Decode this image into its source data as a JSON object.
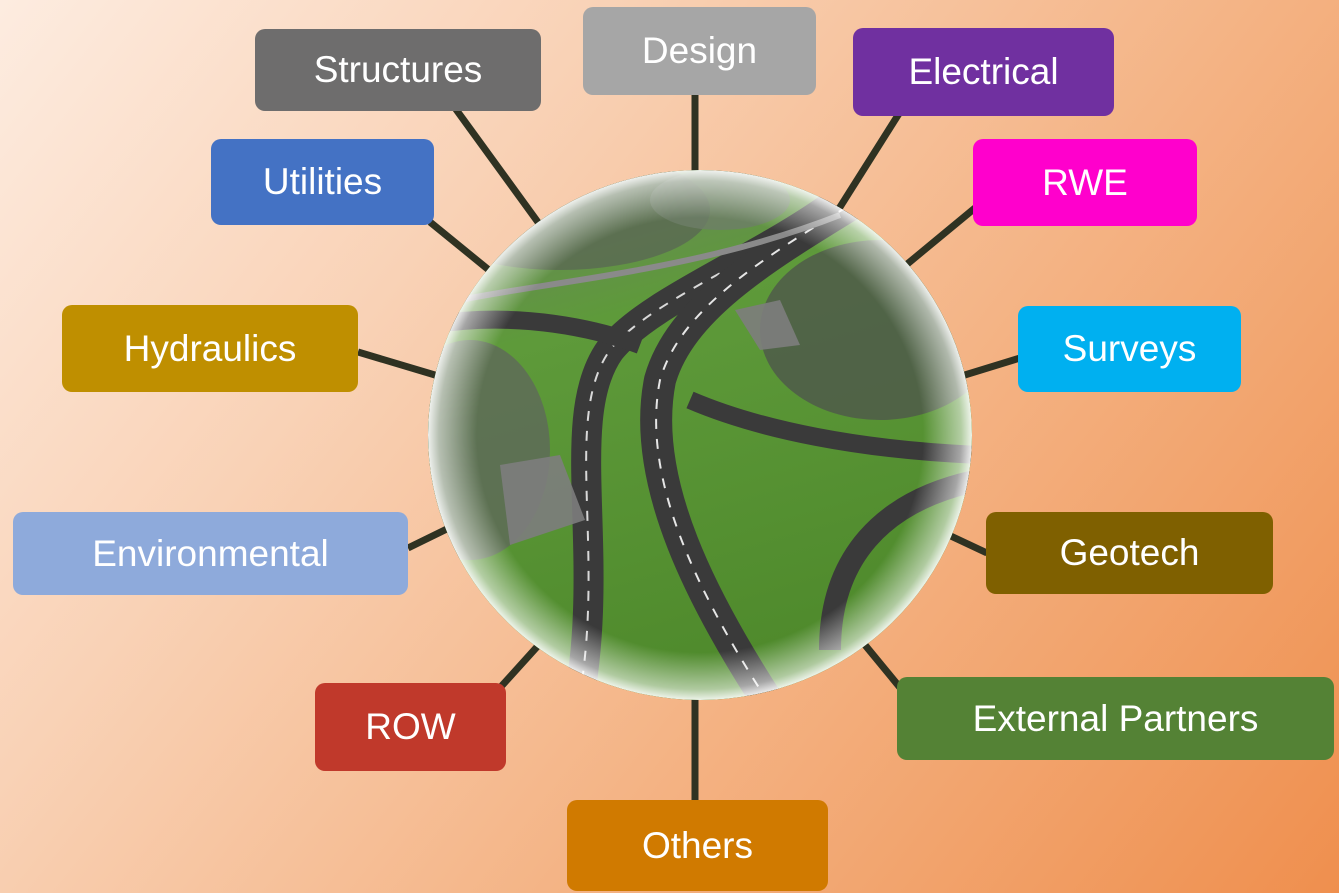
{
  "colors": {
    "connector": "#2f3222",
    "grass": "#5f9a35",
    "road": "#3a3a3a"
  },
  "nodes": [
    {
      "id": "structures",
      "label": "Structures",
      "color": "#6e6d6d"
    },
    {
      "id": "design",
      "label": "Design",
      "color": "#a6a6a6"
    },
    {
      "id": "electrical",
      "label": "Electrical",
      "color": "#7030a0"
    },
    {
      "id": "utilities",
      "label": "Utilities",
      "color": "#4472c4"
    },
    {
      "id": "rwe",
      "label": "RWE",
      "color": "#ff00cc"
    },
    {
      "id": "hydraulics",
      "label": "Hydraulics",
      "color": "#bf8f00"
    },
    {
      "id": "surveys",
      "label": "Surveys",
      "color": "#00b0f0"
    },
    {
      "id": "environmental",
      "label": "Environmental",
      "color": "#8eaadb"
    },
    {
      "id": "geotech",
      "label": "Geotech",
      "color": "#7f6000"
    },
    {
      "id": "row",
      "label": "ROW",
      "color": "#c0392b"
    },
    {
      "id": "external-partners",
      "label": "External Partners",
      "color": "#548235"
    },
    {
      "id": "others",
      "label": "Others",
      "color": "#d07a00"
    }
  ]
}
